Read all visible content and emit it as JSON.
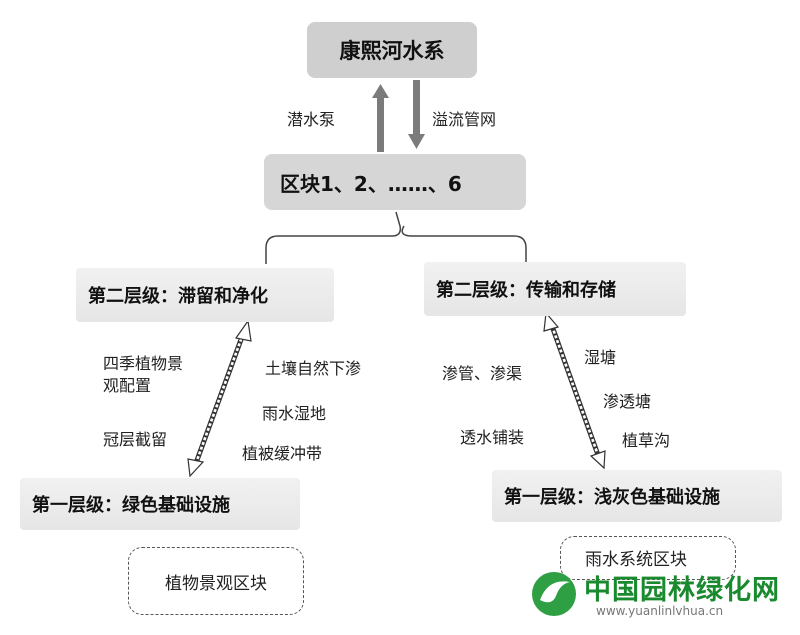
{
  "diagram": {
    "top_node": "康熙河水系",
    "link_left_label": "潜水泵",
    "link_right_label": "溢流管网",
    "block_node": "区块1、2、……、6",
    "left_upper_level": "第二层级：滞留和净化",
    "right_upper_level": "第二层级：传输和存储",
    "left_lower_level": "第一层级：绿色基础设施",
    "right_lower_level": "第一层级：浅灰色基础设施",
    "left_items_a": [
      "四季植物景",
      "观配置",
      "冠层截留"
    ],
    "left_items_b": [
      "土壤自然下渗",
      "雨水湿地",
      "植被缓冲带"
    ],
    "right_items_a": [
      "渗管、渗渠",
      "透水铺装"
    ],
    "right_items_b": [
      "湿塘",
      "渗透塘",
      "植草沟"
    ],
    "left_bottom_box": "植物景观区块",
    "right_bottom_box": "雨水系统区块"
  },
  "watermark": {
    "text": "中国园林绿化网",
    "url": "www.yuanlinlvhua.cn",
    "color": "#1a8a2e"
  }
}
